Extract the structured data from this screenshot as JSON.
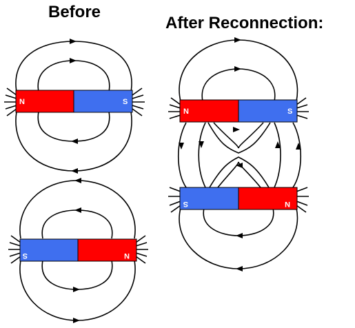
{
  "titles": {
    "before": "Before",
    "after": "After Reconnection:"
  },
  "magnets": {
    "before_top": {
      "left_pole": "N",
      "right_pole": "S",
      "left_color": "#ff0000",
      "right_color": "#3f6fef"
    },
    "before_bottom": {
      "left_pole": "S",
      "right_pole": "N",
      "left_color": "#3f6fef",
      "right_color": "#ff0000"
    },
    "after_top": {
      "left_pole": "N",
      "right_pole": "S",
      "left_color": "#ff0000",
      "right_color": "#3f6fef"
    },
    "after_bottom": {
      "left_pole": "S",
      "right_pole": "N",
      "left_color": "#3f6fef",
      "right_color": "#ff0000"
    }
  },
  "colors": {
    "north": "#ff0000",
    "south": "#3f6fef",
    "field_line": "#000000"
  }
}
